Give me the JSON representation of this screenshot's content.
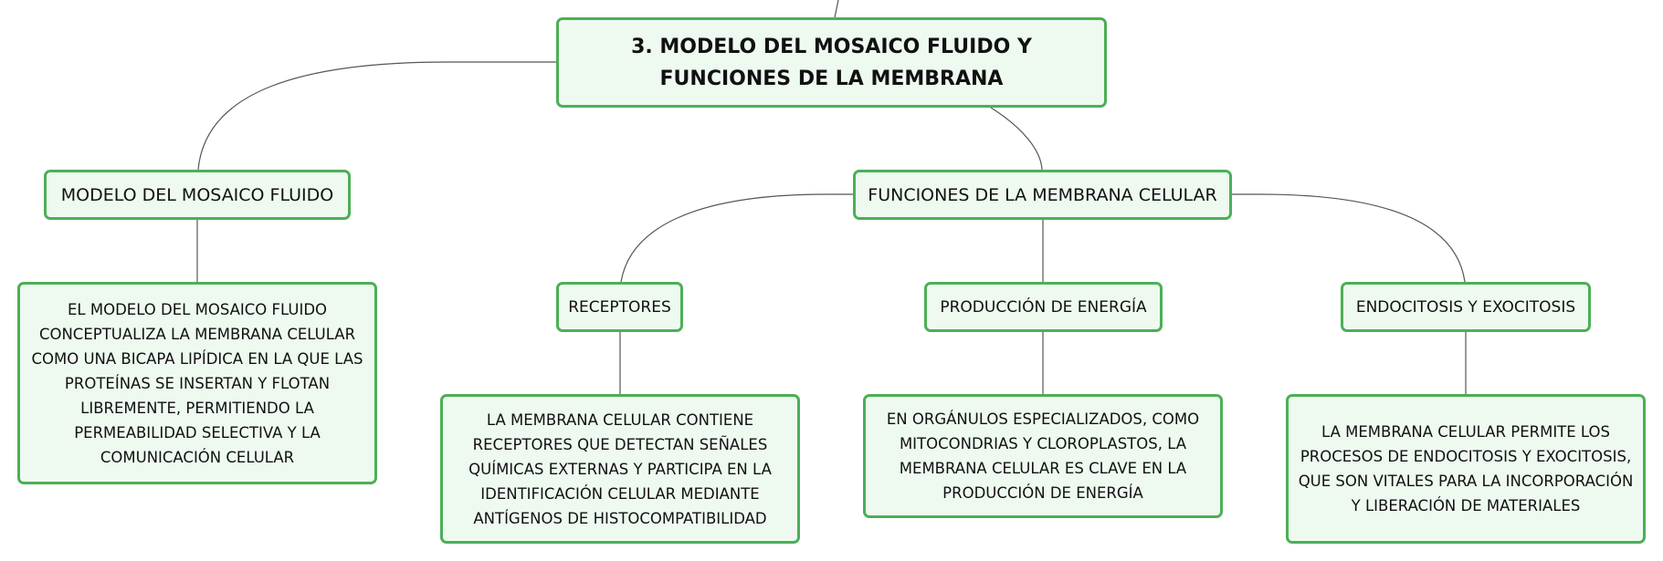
{
  "root": {
    "label": "3. MODELO DEL MOSAICO FLUIDO Y FUNCIONES DE LA MEMBRANA"
  },
  "branches": {
    "mosaico": {
      "label": "MODELO DEL MOSAICO FLUIDO",
      "description": "EL MODELO DEL MOSAICO FLUIDO CONCEPTUALIZA LA MEMBRANA CELULAR COMO UNA BICAPA LIPÍDICA EN LA QUE LAS PROTEÍNAS SE INSERTAN Y FLOTAN LIBREMENTE, PERMITIENDO LA PERMEABILIDAD SELECTIVA Y LA COMUNICACIÓN CELULAR"
    },
    "funciones": {
      "label": "FUNCIONES DE LA MEMBRANA CELULAR",
      "receptores": {
        "label": "RECEPTORES",
        "description": "LA MEMBRANA CELULAR CONTIENE RECEPTORES QUE DETECTAN SEÑALES QUÍMICAS EXTERNAS Y PARTICIPA EN LA IDENTIFICACIÓN CELULAR MEDIANTE ANTÍGENOS DE HISTOCOMPATIBILIDAD"
      },
      "energia": {
        "label": "PRODUCCIÓN DE ENERGÍA",
        "description": "EN ORGÁNULOS ESPECIALIZADOS, COMO MITOCONDRIAS Y CLOROPLASTOS, LA MEMBRANA CELULAR ES CLAVE EN LA PRODUCCIÓN DE ENERGÍA"
      },
      "endocitosis": {
        "label": "ENDOCITOSIS Y EXOCITOSIS",
        "description": "LA MEMBRANA CELULAR PERMITE LOS PROCESOS DE ENDOCITOSIS Y EXOCITOSIS, QUE SON VITALES PARA LA INCORPORACIÓN Y LIBERACIÓN DE MATERIALES"
      }
    }
  },
  "colors": {
    "border": "#4caf57",
    "fill": "#eefaf0",
    "connector": "#555555"
  }
}
